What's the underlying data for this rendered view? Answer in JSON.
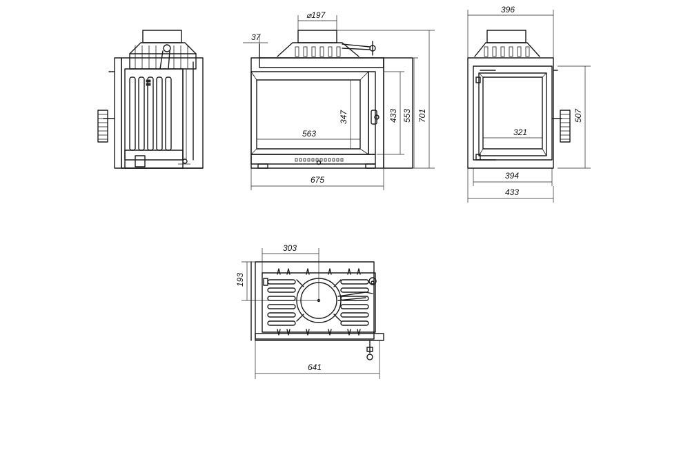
{
  "dimensions": {
    "front_width_outer": "675",
    "front_glass_width": "563",
    "front_glass_height": "347",
    "front_height_433": "433",
    "front_height_553": "553",
    "front_height_total": "701",
    "front_flue_offset": "37",
    "flue_diameter": "⌀197",
    "side_top_width": "396",
    "side_glass_width": "321",
    "side_width_394": "394",
    "side_width_433": "433",
    "side_height": "507",
    "top_flue_offset": "303",
    "top_depth": "193",
    "top_width": "641"
  }
}
